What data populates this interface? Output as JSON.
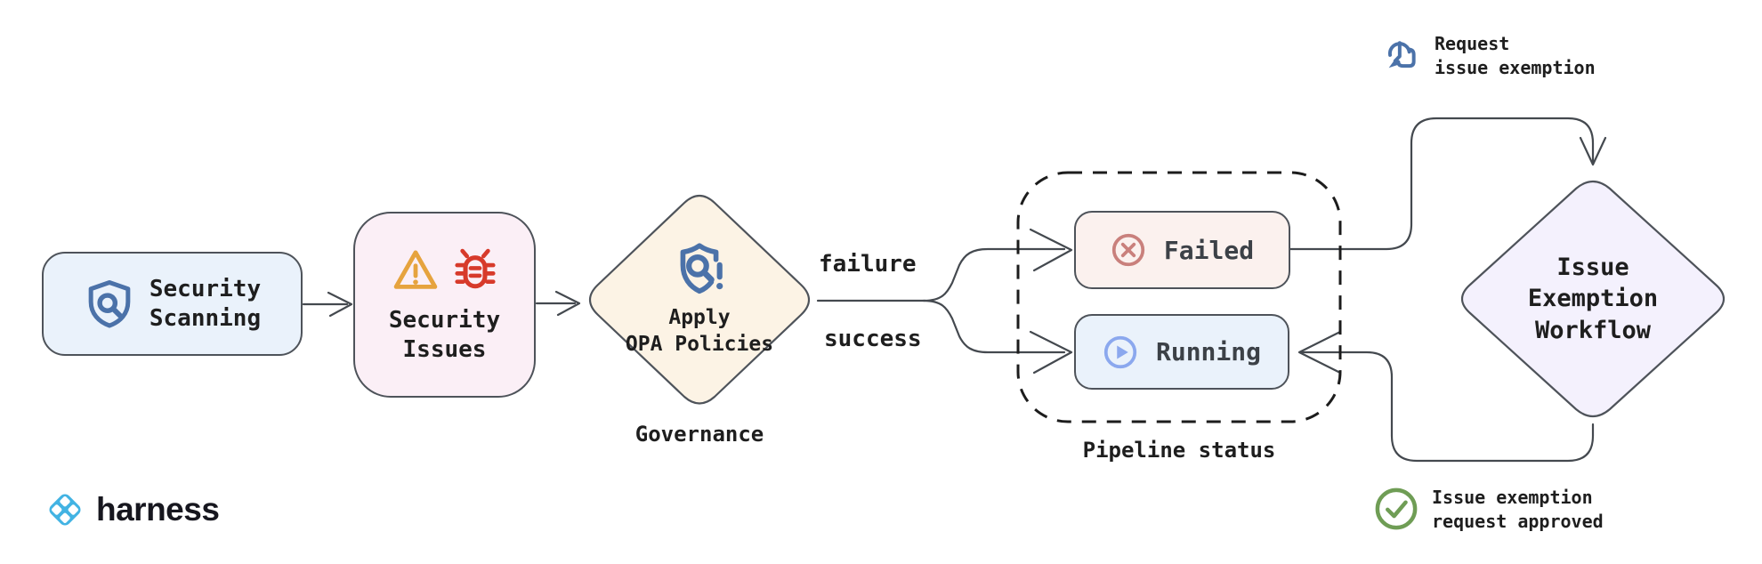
{
  "diagram": {
    "nodes": {
      "security_scanning": {
        "label": "Security\nScanning"
      },
      "security_issues": {
        "label": "Security\nIssues"
      },
      "apply_opa": {
        "label": "Apply\nOPA Policies",
        "caption": "Governance"
      },
      "failed": {
        "label": "Failed"
      },
      "running": {
        "label": "Running"
      },
      "exemption_workflow": {
        "label": "Issue\nExemption\nWorkflow"
      }
    },
    "group": {
      "pipeline_status_caption": "Pipeline status"
    },
    "edges": {
      "failure_label": "failure",
      "success_label": "success"
    },
    "annotations": {
      "request": {
        "label": "Request\nissue exemption"
      },
      "approved": {
        "label": "Issue exemption\nrequest approved"
      }
    },
    "icons": {
      "security_scanning": "shield-search-icon",
      "warning": "warning-triangle-icon",
      "bug": "bug-icon",
      "opa": "shield-search-alert-icon",
      "failed": "circle-x-icon",
      "running": "circle-play-icon",
      "request": "tap-click-icon",
      "approved": "check-circle-icon"
    },
    "colors": {
      "edge": "#44494f",
      "container_dash": "#1c1c1c",
      "scanning_fill": "#eaf2fb",
      "issues_fill": "#fbeff6",
      "opa_fill": "#fcf3e5",
      "failed_fill": "#fbf1ee",
      "running_fill": "#eaf2fb",
      "exemption_fill": "#f4f1fd",
      "node_border": "#4e535a",
      "blue_icon": "#4b72a9",
      "warning_orange": "#e6a33e",
      "bug_red": "#d73a2b",
      "failed_icon_red": "#c9807c",
      "running_icon_blue": "#8ba8ee",
      "approved_green": "#6f9d55",
      "logo_blue": "#42b3e3"
    },
    "logo": {
      "brand": "harness"
    }
  }
}
